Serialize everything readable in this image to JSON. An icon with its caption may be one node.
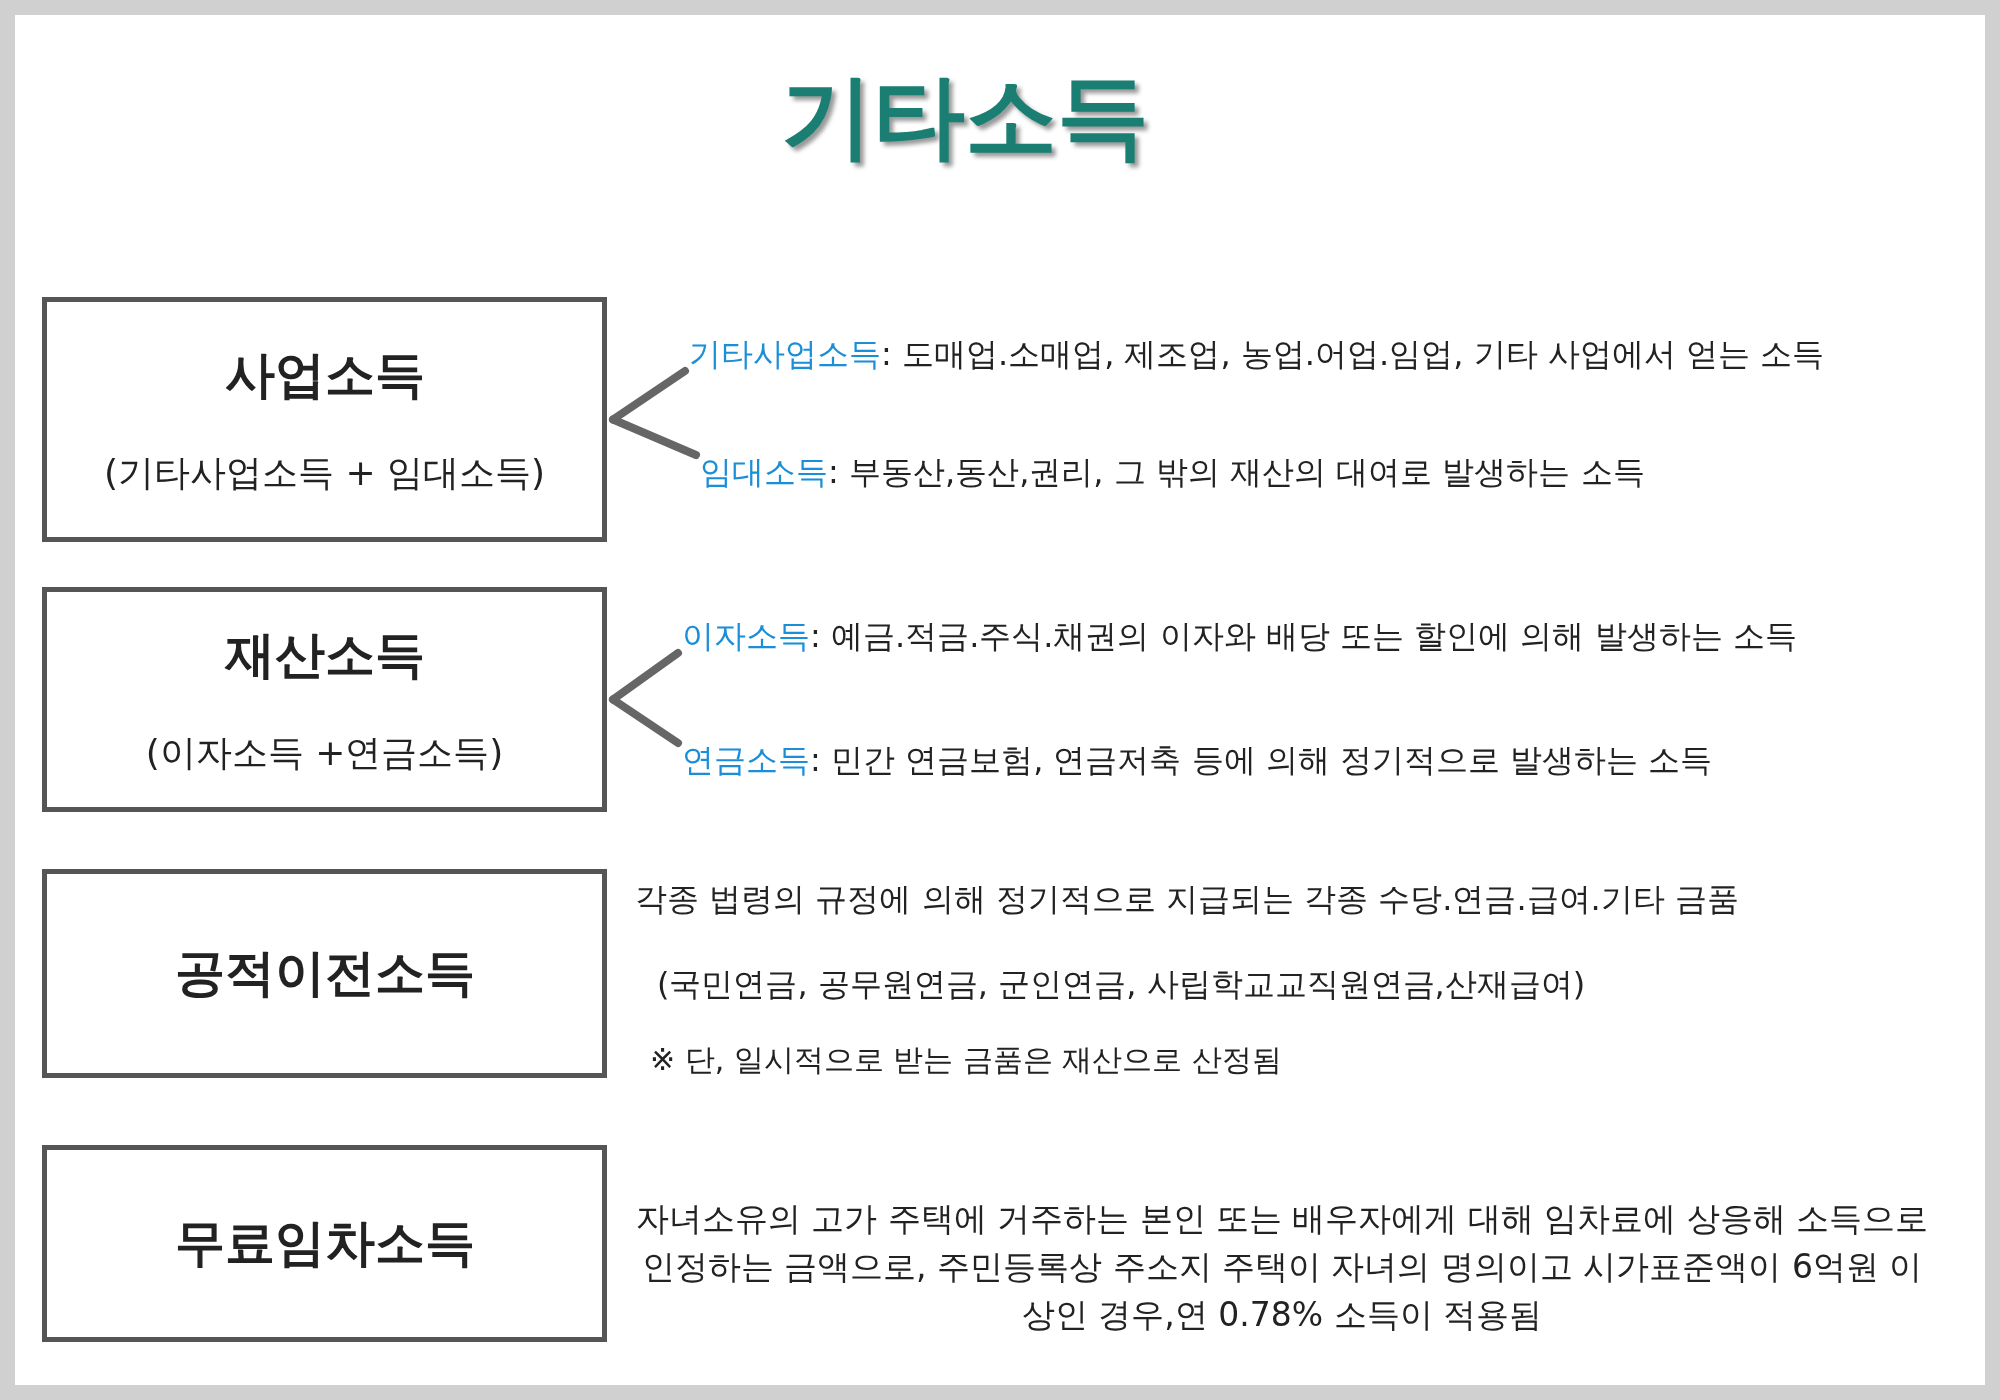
{
  "diagram": {
    "title": "기타소득",
    "nodes": [
      {
        "text": [
          "사업소득",
          "(기타사업소득 + 임대소득)"
        ]
      },
      {
        "text": [
          "기타사업소득",
          ": 도매업.소매업, 제조업, 농업.어업.임업, 기타 사업에서 얻는 소득"
        ]
      },
      {
        "text": [
          "임대소득",
          ": 부동산,동산,권리, 그 밖의 재산의 대여로 발생하는 소득"
        ]
      },
      {
        "text": [
          "재산소득",
          "(이자소득 +연금소득)"
        ]
      },
      {
        "text": [
          "이자소득",
          ": 예금.적금.주식.채권의 이자와 배당 또는 할인에 의해 발생하는 소득"
        ]
      },
      {
        "text": [
          "연금소득",
          ": 민간 연금보험, 연금저축 등에 의해 정기적으로 발생하는 소득"
        ]
      },
      {
        "text": [
          "공적이전소득"
        ],
        "beside": [
          "각종 법령의 규정에 의해 정기적으로 지급되는 각종 수당.연금.급여.기타 금품",
          "(국민연금, 공무원연금, 군인연금, 사립학교교직원연금,산재급여)",
          "※ 단, 일시적으로 받는 금품은 재산으로 산정됨"
        ]
      },
      {
        "text": [
          "무료임차소득"
        ],
        "beside": [
          "자녀소유의 고가 주택에 거주하는 본인 또는 배우자에게 대해 임차료에 상응해 소득으로 인정하는 금액으로, 주민등록상 주소지 주택이 자녀의 명의이고 시가표준액이 6억원 이상인 경우,연 0.78% 소득이 적용됨"
        ]
      }
    ],
    "edges": [
      {
        "from": 0,
        "to": 1,
        "arrow": "none"
      },
      {
        "from": 0,
        "to": 2,
        "arrow": "none"
      },
      {
        "from": 3,
        "to": 4,
        "arrow": "none"
      },
      {
        "from": 3,
        "to": 5,
        "arrow": "none"
      }
    ]
  }
}
